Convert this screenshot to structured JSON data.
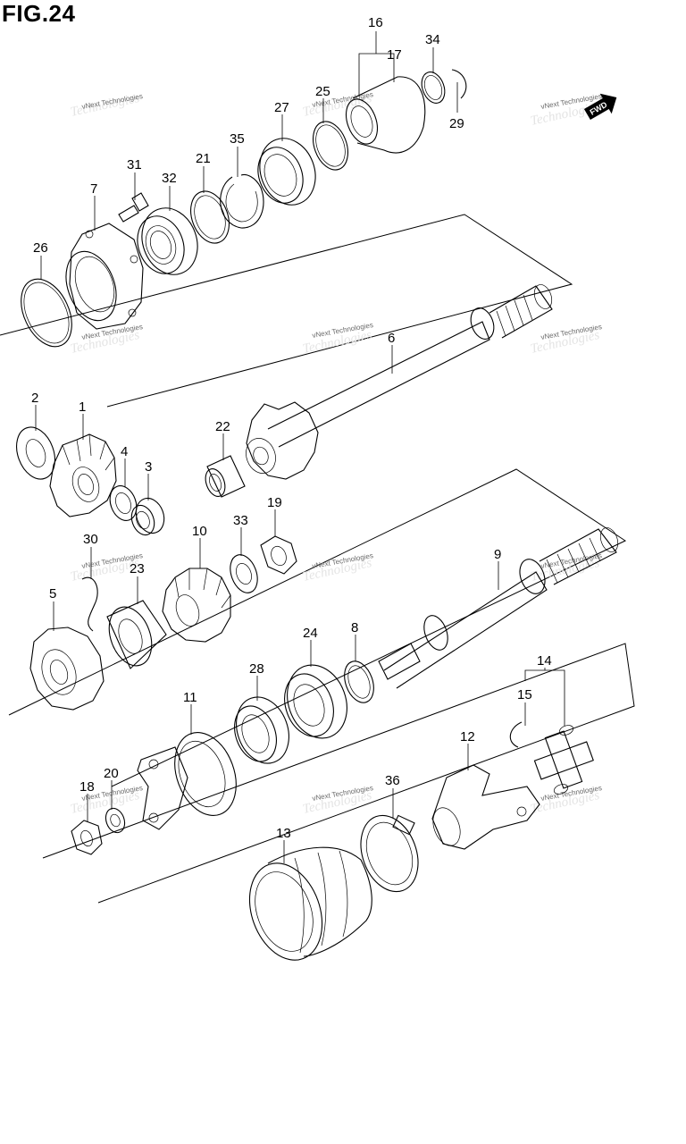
{
  "figure": {
    "title": "FIG.24"
  },
  "watermark": {
    "text": "vNext Technologies",
    "ghost": "Technologies"
  },
  "front_badge": {
    "label": "FWD"
  },
  "callouts": [
    "16",
    "17",
    "34",
    "29",
    "25",
    "27",
    "35",
    "31",
    "21",
    "32",
    "7",
    "26",
    "6",
    "2",
    "1",
    "4",
    "3",
    "22",
    "19",
    "30",
    "23",
    "10",
    "33",
    "5",
    "9",
    "8",
    "24",
    "28",
    "11",
    "20",
    "18",
    "14",
    "15",
    "12",
    "36",
    "13"
  ]
}
